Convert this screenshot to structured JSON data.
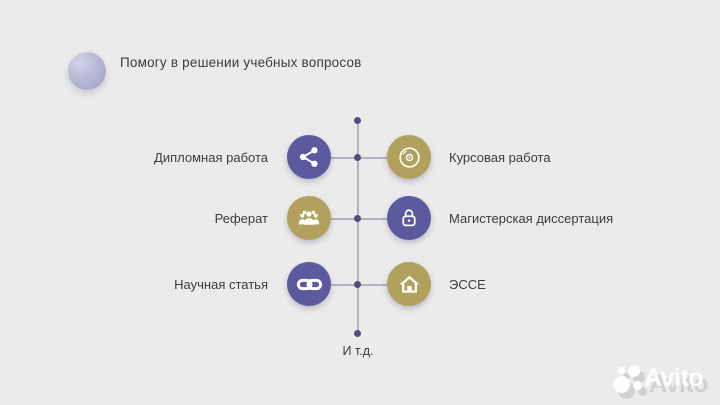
{
  "title": "Помогу в решении учебных вопросов",
  "diagram": {
    "rows": [
      {
        "left": {
          "label": "Дипломная работа",
          "icon": "share-icon",
          "color": "purple"
        },
        "right": {
          "label": "Курсовая работа",
          "icon": "disc-icon",
          "color": "gold"
        }
      },
      {
        "left": {
          "label": "Реферат",
          "icon": "people-icon",
          "color": "gold"
        },
        "right": {
          "label": "Магистерская диссертация",
          "icon": "lock-icon",
          "color": "purple"
        }
      },
      {
        "left": {
          "label": "Научная статья",
          "icon": "link-icon",
          "color": "purple"
        },
        "right": {
          "label": "ЭССЕ",
          "icon": "home-icon",
          "color": "gold"
        }
      }
    ],
    "footer_label": "И т.д."
  },
  "watermark": {
    "brand": "Avito"
  },
  "colors": {
    "background": "#ebebeb",
    "accent_purple": "#5c5a9e",
    "accent_gold": "#b2a15d",
    "connector_line": "#b3b3bd",
    "connector_dot": "#514e7e",
    "text": "#3b3b3b",
    "title_bullet": "#aeaed0"
  }
}
